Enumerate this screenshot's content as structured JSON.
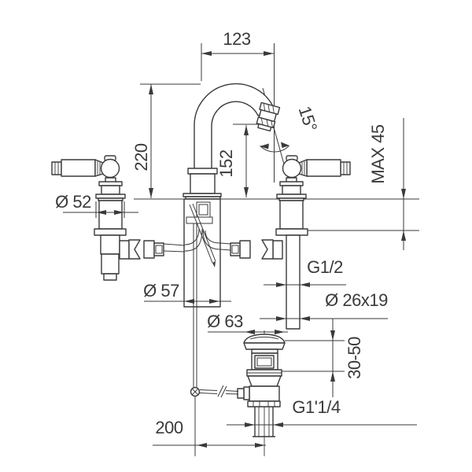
{
  "drawing": {
    "kind": "technical line drawing",
    "subject": "two-handle basin mixer faucet with swan-neck spout and pop-up waste drain",
    "line_color": "#3a3a3a",
    "background_color": "#ffffff"
  },
  "dims": {
    "spout_reach": "123",
    "total_height": "220",
    "outlet_height": "152",
    "outlet_angle": "15°",
    "max_deck_thickness": "MAX 45",
    "handle_flange_diameter": "Ø 52",
    "supply_thread": "G1/2",
    "supply_tube": "Ø 26x19",
    "body_diameter": "Ø 57",
    "waste_cap_diameter": "Ø 63",
    "waste_deck_range": "30-50",
    "waste_thread": "G1'1/4",
    "rod_offset": "200"
  }
}
